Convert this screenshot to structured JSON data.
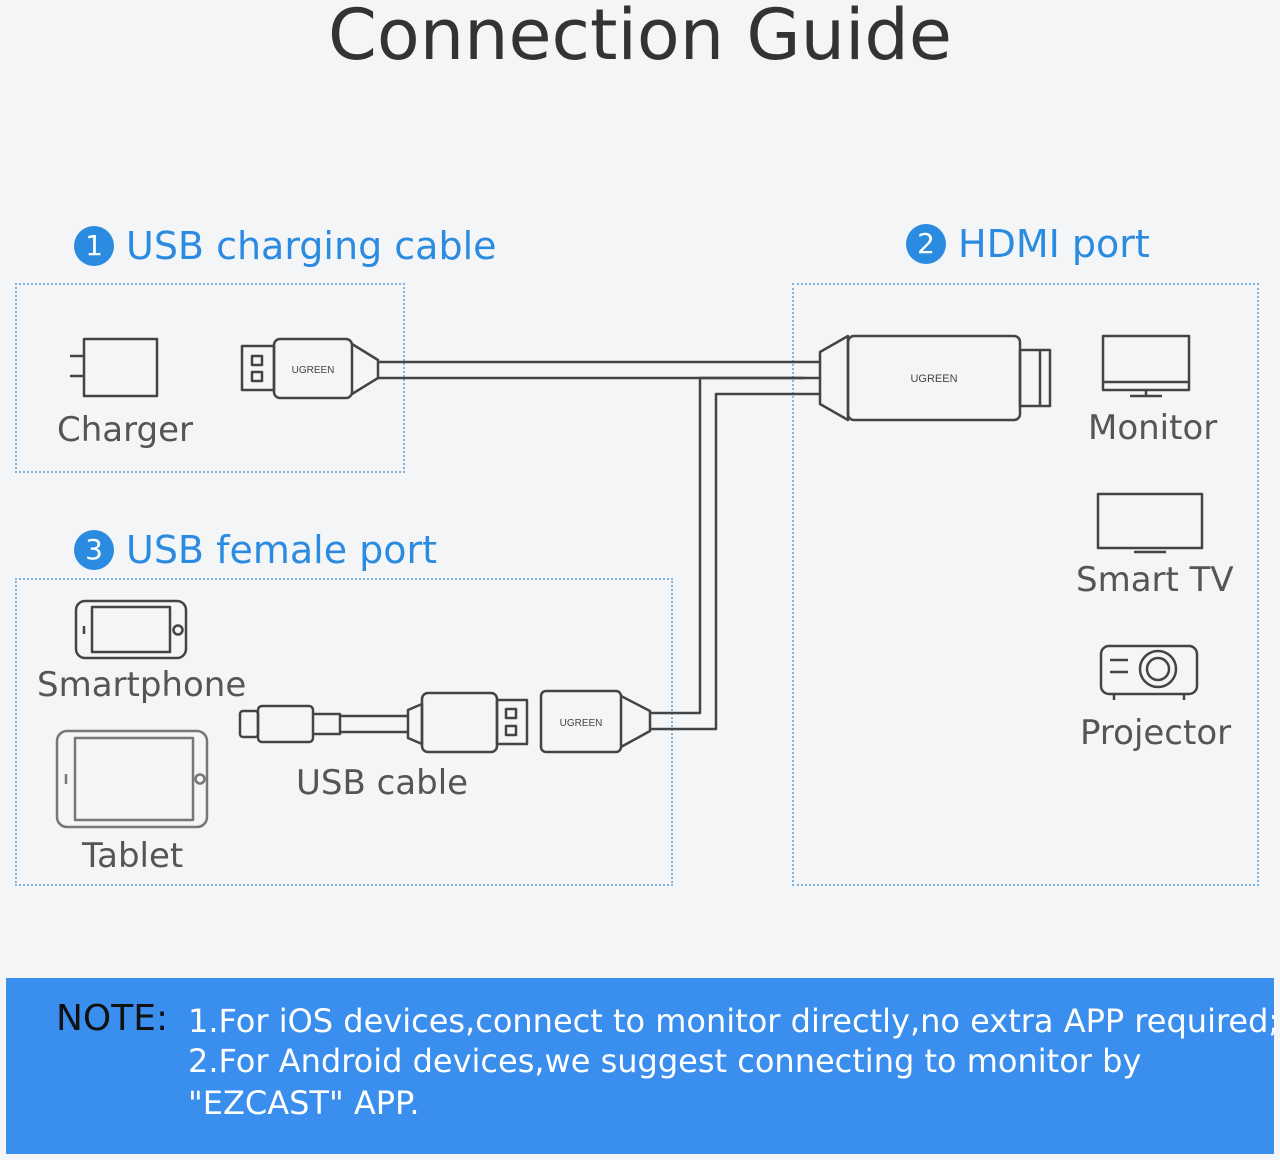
{
  "title": "Connection Guide",
  "sections": {
    "usb_charging": {
      "number": "1",
      "title": "USB charging cable"
    },
    "hdmi": {
      "number": "2",
      "title": "HDMI port"
    },
    "usb_female": {
      "number": "3",
      "title": "USB female port"
    }
  },
  "labels": {
    "charger": "Charger",
    "monitor": "Monitor",
    "smart_tv": "Smart TV",
    "projector": "Projector",
    "smartphone": "Smartphone",
    "tablet": "Tablet",
    "usb_cable": "USB cable"
  },
  "brand_text": "UGREEN",
  "note": {
    "label": "NOTE:",
    "line1": "1.For iOS devices,connect to monitor directly,no extra APP required;",
    "line2": "2.For Android devices,we suggest connecting to monitor by",
    "line3": "\"EZCAST\" APP."
  },
  "colors": {
    "accent": "#2b8be0",
    "note_bg": "#3a8eed",
    "box_border": "#7eb3e6",
    "line": "#444444"
  },
  "icons": [
    "charger-icon",
    "usb-plug-icon",
    "hdmi-plug-icon",
    "monitor-icon",
    "smart-tv-icon",
    "projector-icon",
    "smartphone-icon",
    "tablet-icon",
    "usb-cable-icon",
    "usb-female-port-icon"
  ]
}
